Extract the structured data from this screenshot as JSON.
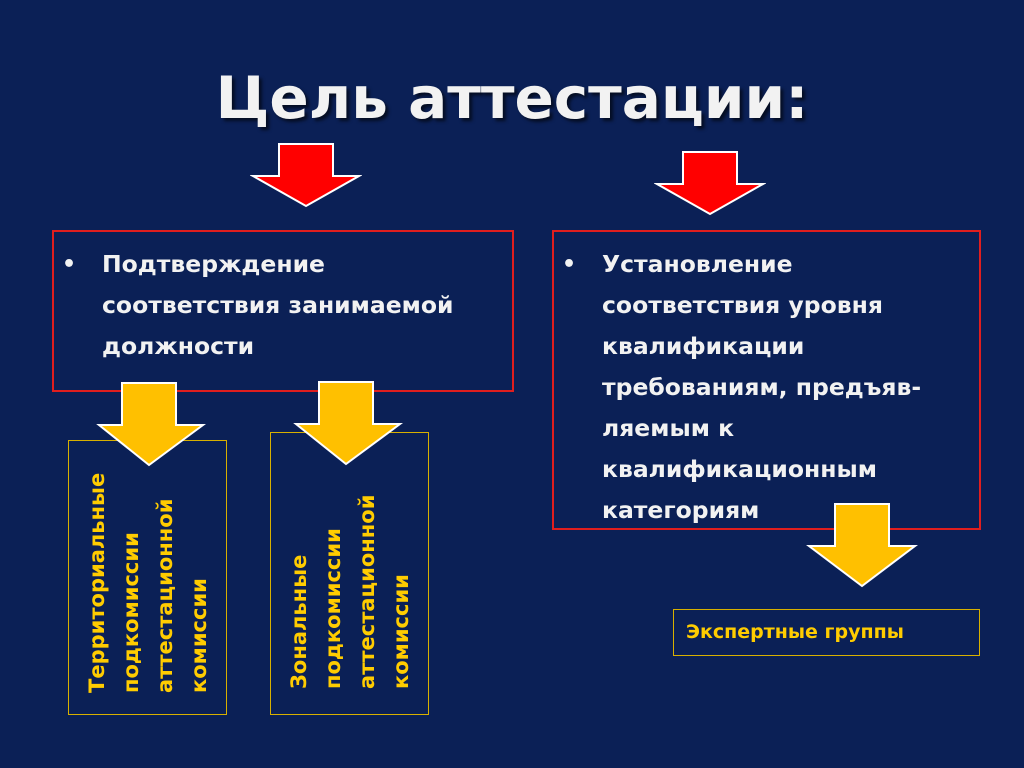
{
  "title": "Цель аттестации:",
  "bullet_symbol": "•",
  "goals": [
    {
      "text": "Подтверждение\nсоответствия занимаемой\nдолжности"
    },
    {
      "text": "Установление\nсоответствия уровня\nквалификации\nтребованиям, предъяв-\nляемым к\nквалификационным\nкатегориям"
    }
  ],
  "sub_commissions": [
    {
      "text": "Территориальные\nподкомиссии\nаттестационной\nкомиссии"
    },
    {
      "text": "Зональные\nподкомиссии\nаттестационной\nкомиссии"
    }
  ],
  "expert_groups": "Экспертные группы",
  "colors": {
    "background": "#0b2056",
    "title_text": "#f2f2f2",
    "goal_border": "#e01e1e",
    "red_arrow": "#ff0000",
    "yellow_arrow": "#ffc000",
    "sub_text": "#ffcc00"
  },
  "icons": {
    "red_arrows": "red-down-arrow",
    "yellow_arrows": "yellow-down-arrow"
  }
}
